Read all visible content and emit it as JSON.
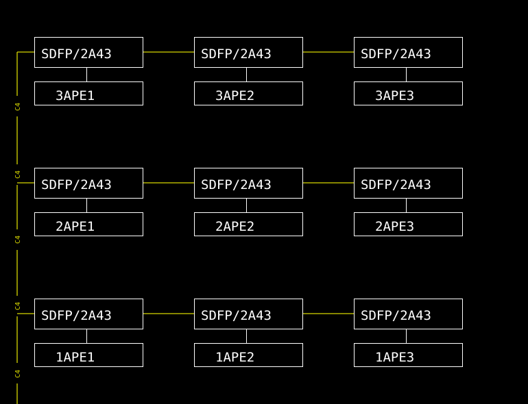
{
  "colors": {
    "background": "#000000",
    "box_stroke": "#ffffff",
    "link": "#d8d800",
    "text": "#ffffff"
  },
  "cable_label": "C4",
  "rows": [
    {
      "panel_label": "SDFP/2A43",
      "units": [
        "3APE1",
        "3APE2",
        "3APE3"
      ]
    },
    {
      "panel_label": "SDFP/2A43",
      "units": [
        "2APE1",
        "2APE2",
        "2APE3"
      ]
    },
    {
      "panel_label": "SDFP/2A43",
      "units": [
        "1APE1",
        "1APE2",
        "1APE3"
      ]
    }
  ],
  "bus_labels": [
    "C4",
    "C4",
    "C4",
    "C4",
    "C4"
  ]
}
